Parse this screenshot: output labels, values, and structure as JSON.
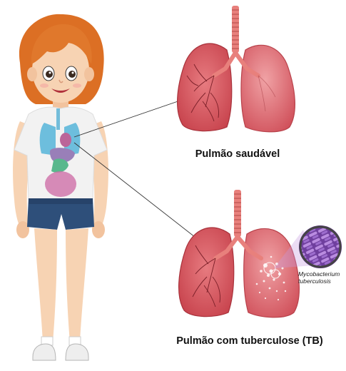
{
  "labels": {
    "healthy": "Pulmão saudável",
    "tb": "Pulmão com tuberculose (TB)",
    "bacterium_line1": "Mycobacterium",
    "bacterium_line2": "tuberculosis"
  },
  "colors": {
    "lung": "#d9535b",
    "lung_dark": "#a8323b",
    "trachea": "#e8807c",
    "hair": "#e0782c",
    "shirt": "#f2f2f2",
    "shorts": "#2e4f7a",
    "skin": "#f7d3b3",
    "bacteria": "#8a55b8"
  },
  "icons": [
    "girl-figure",
    "healthy-lung",
    "tb-lung",
    "bacteria-magnifier"
  ]
}
